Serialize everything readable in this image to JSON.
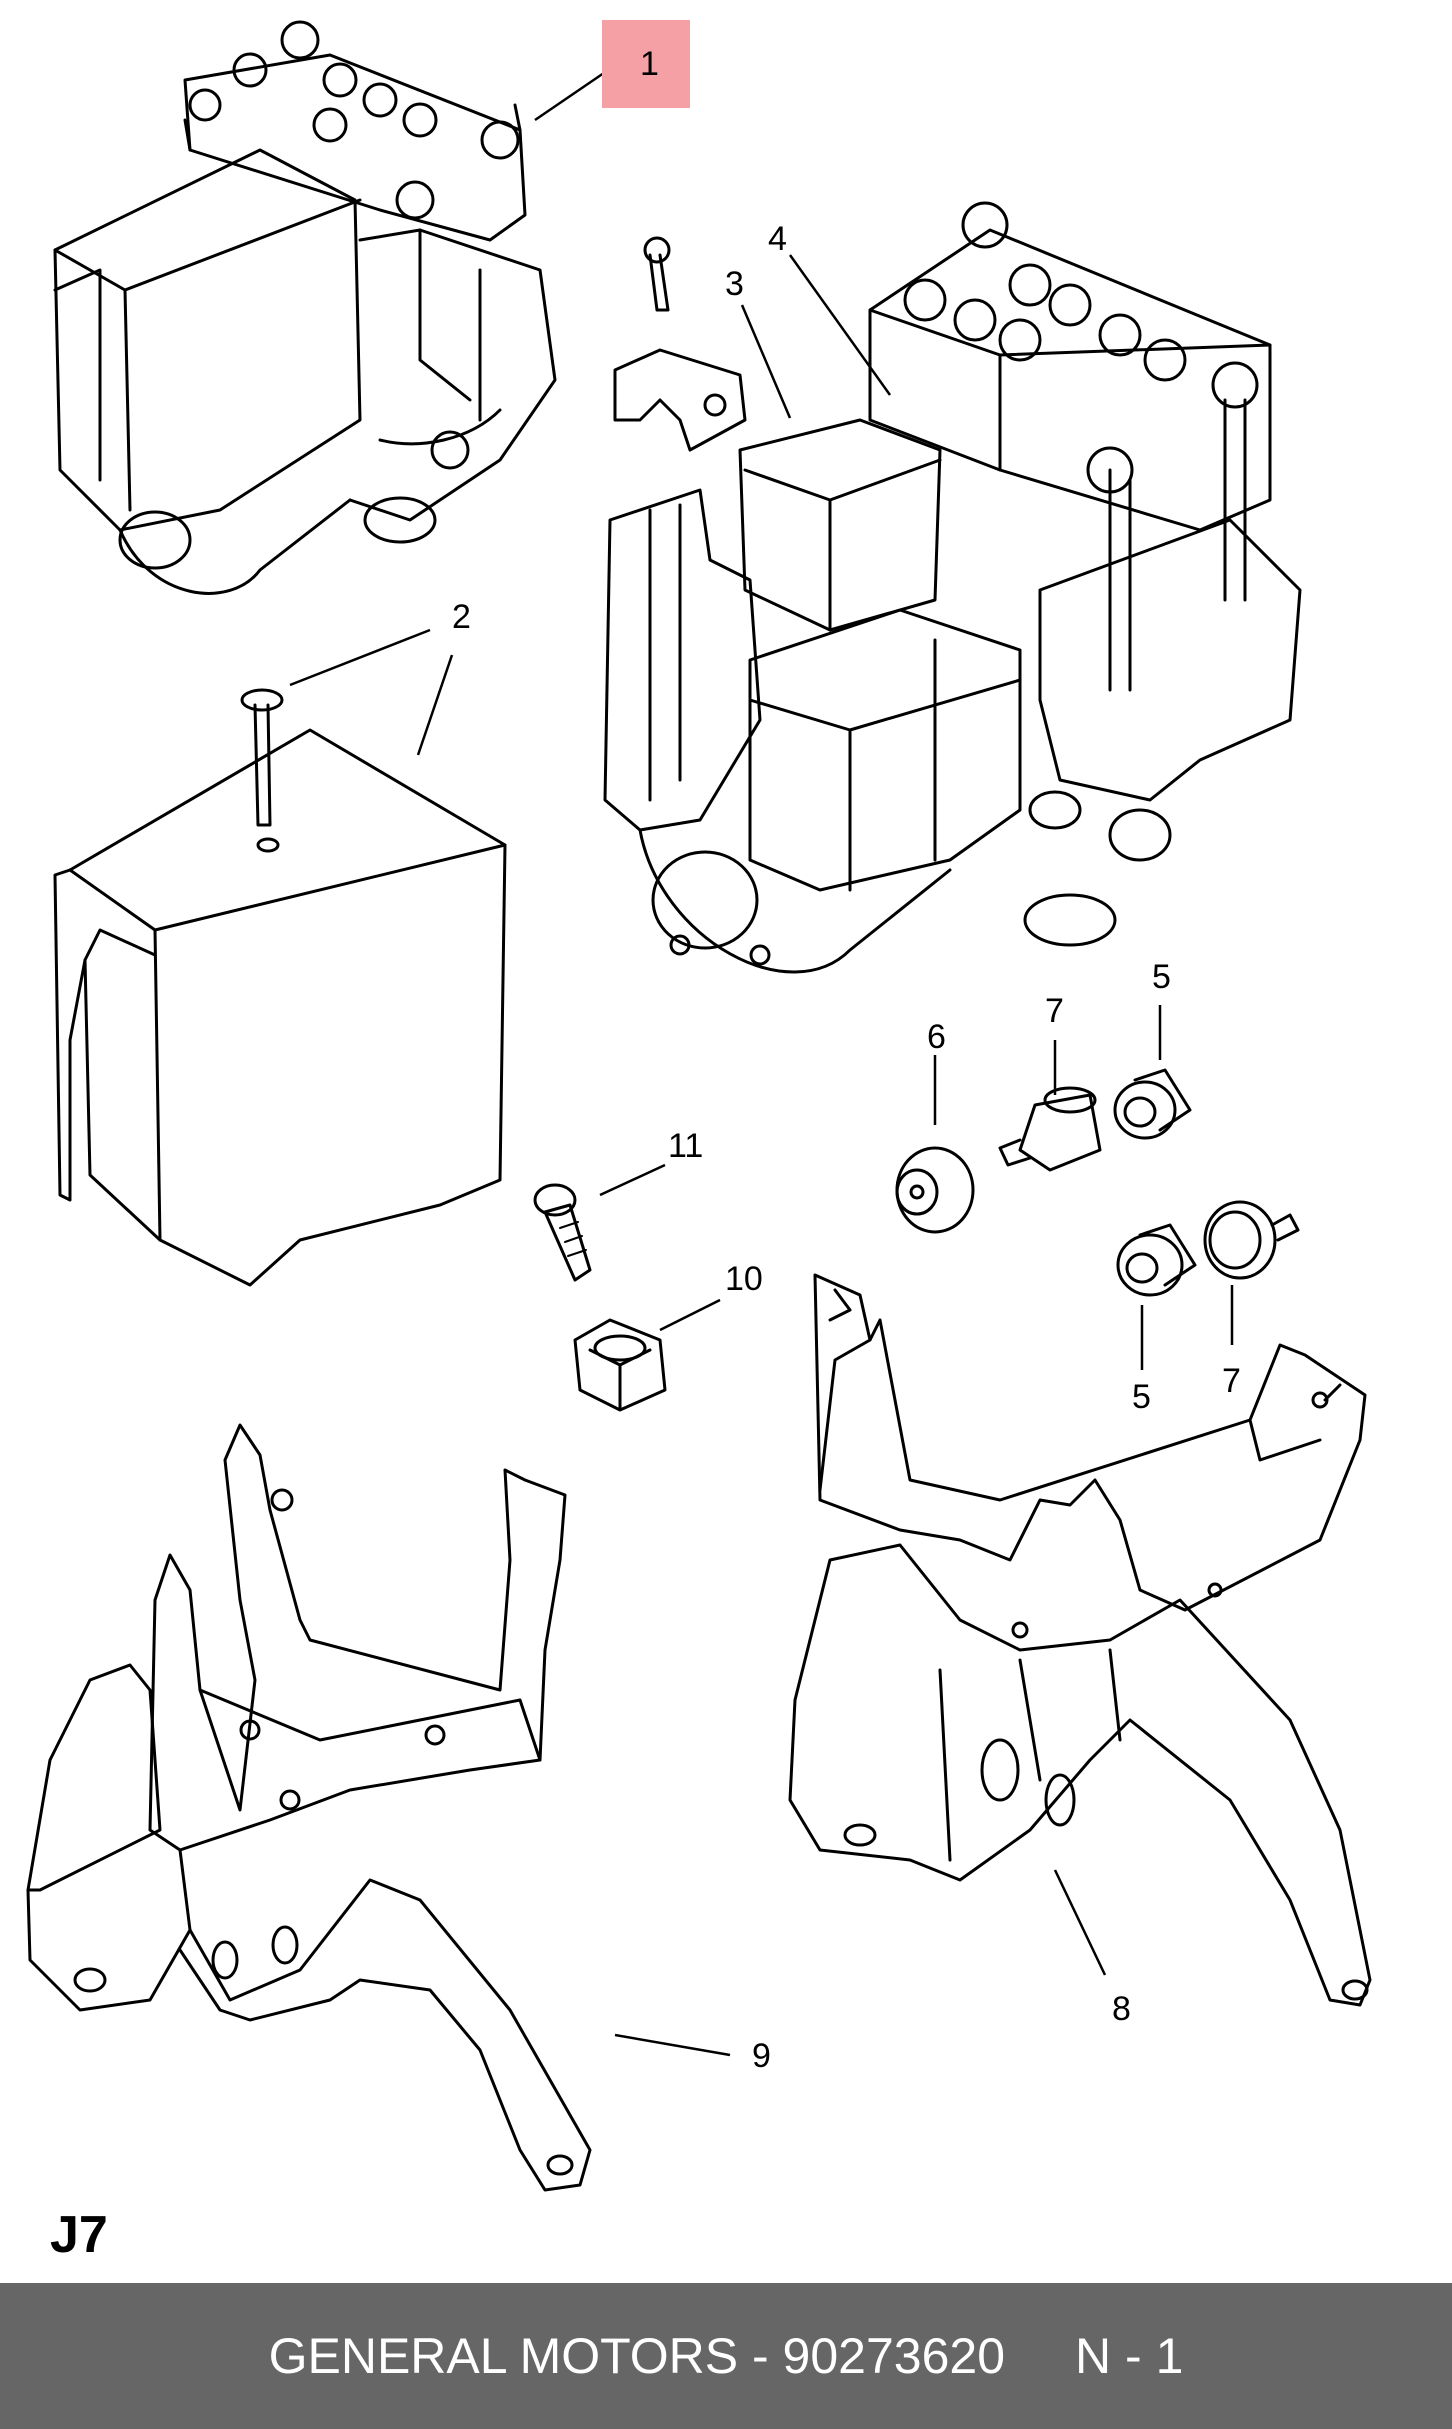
{
  "callouts": {
    "c1": "1",
    "c2": "2",
    "c3": "3",
    "c4": "4",
    "c5a": "5",
    "c5b": "5",
    "c6": "6",
    "c7a": "7",
    "c7b": "7",
    "c8": "8",
    "c9": "9",
    "c10": "10",
    "c11": "11"
  },
  "highlight_color": "#f4a0a4",
  "page_code": "J7",
  "footer": {
    "text": "GENERAL MOTORS - 90273620",
    "quantity": "N - 1",
    "background": "#666666"
  }
}
